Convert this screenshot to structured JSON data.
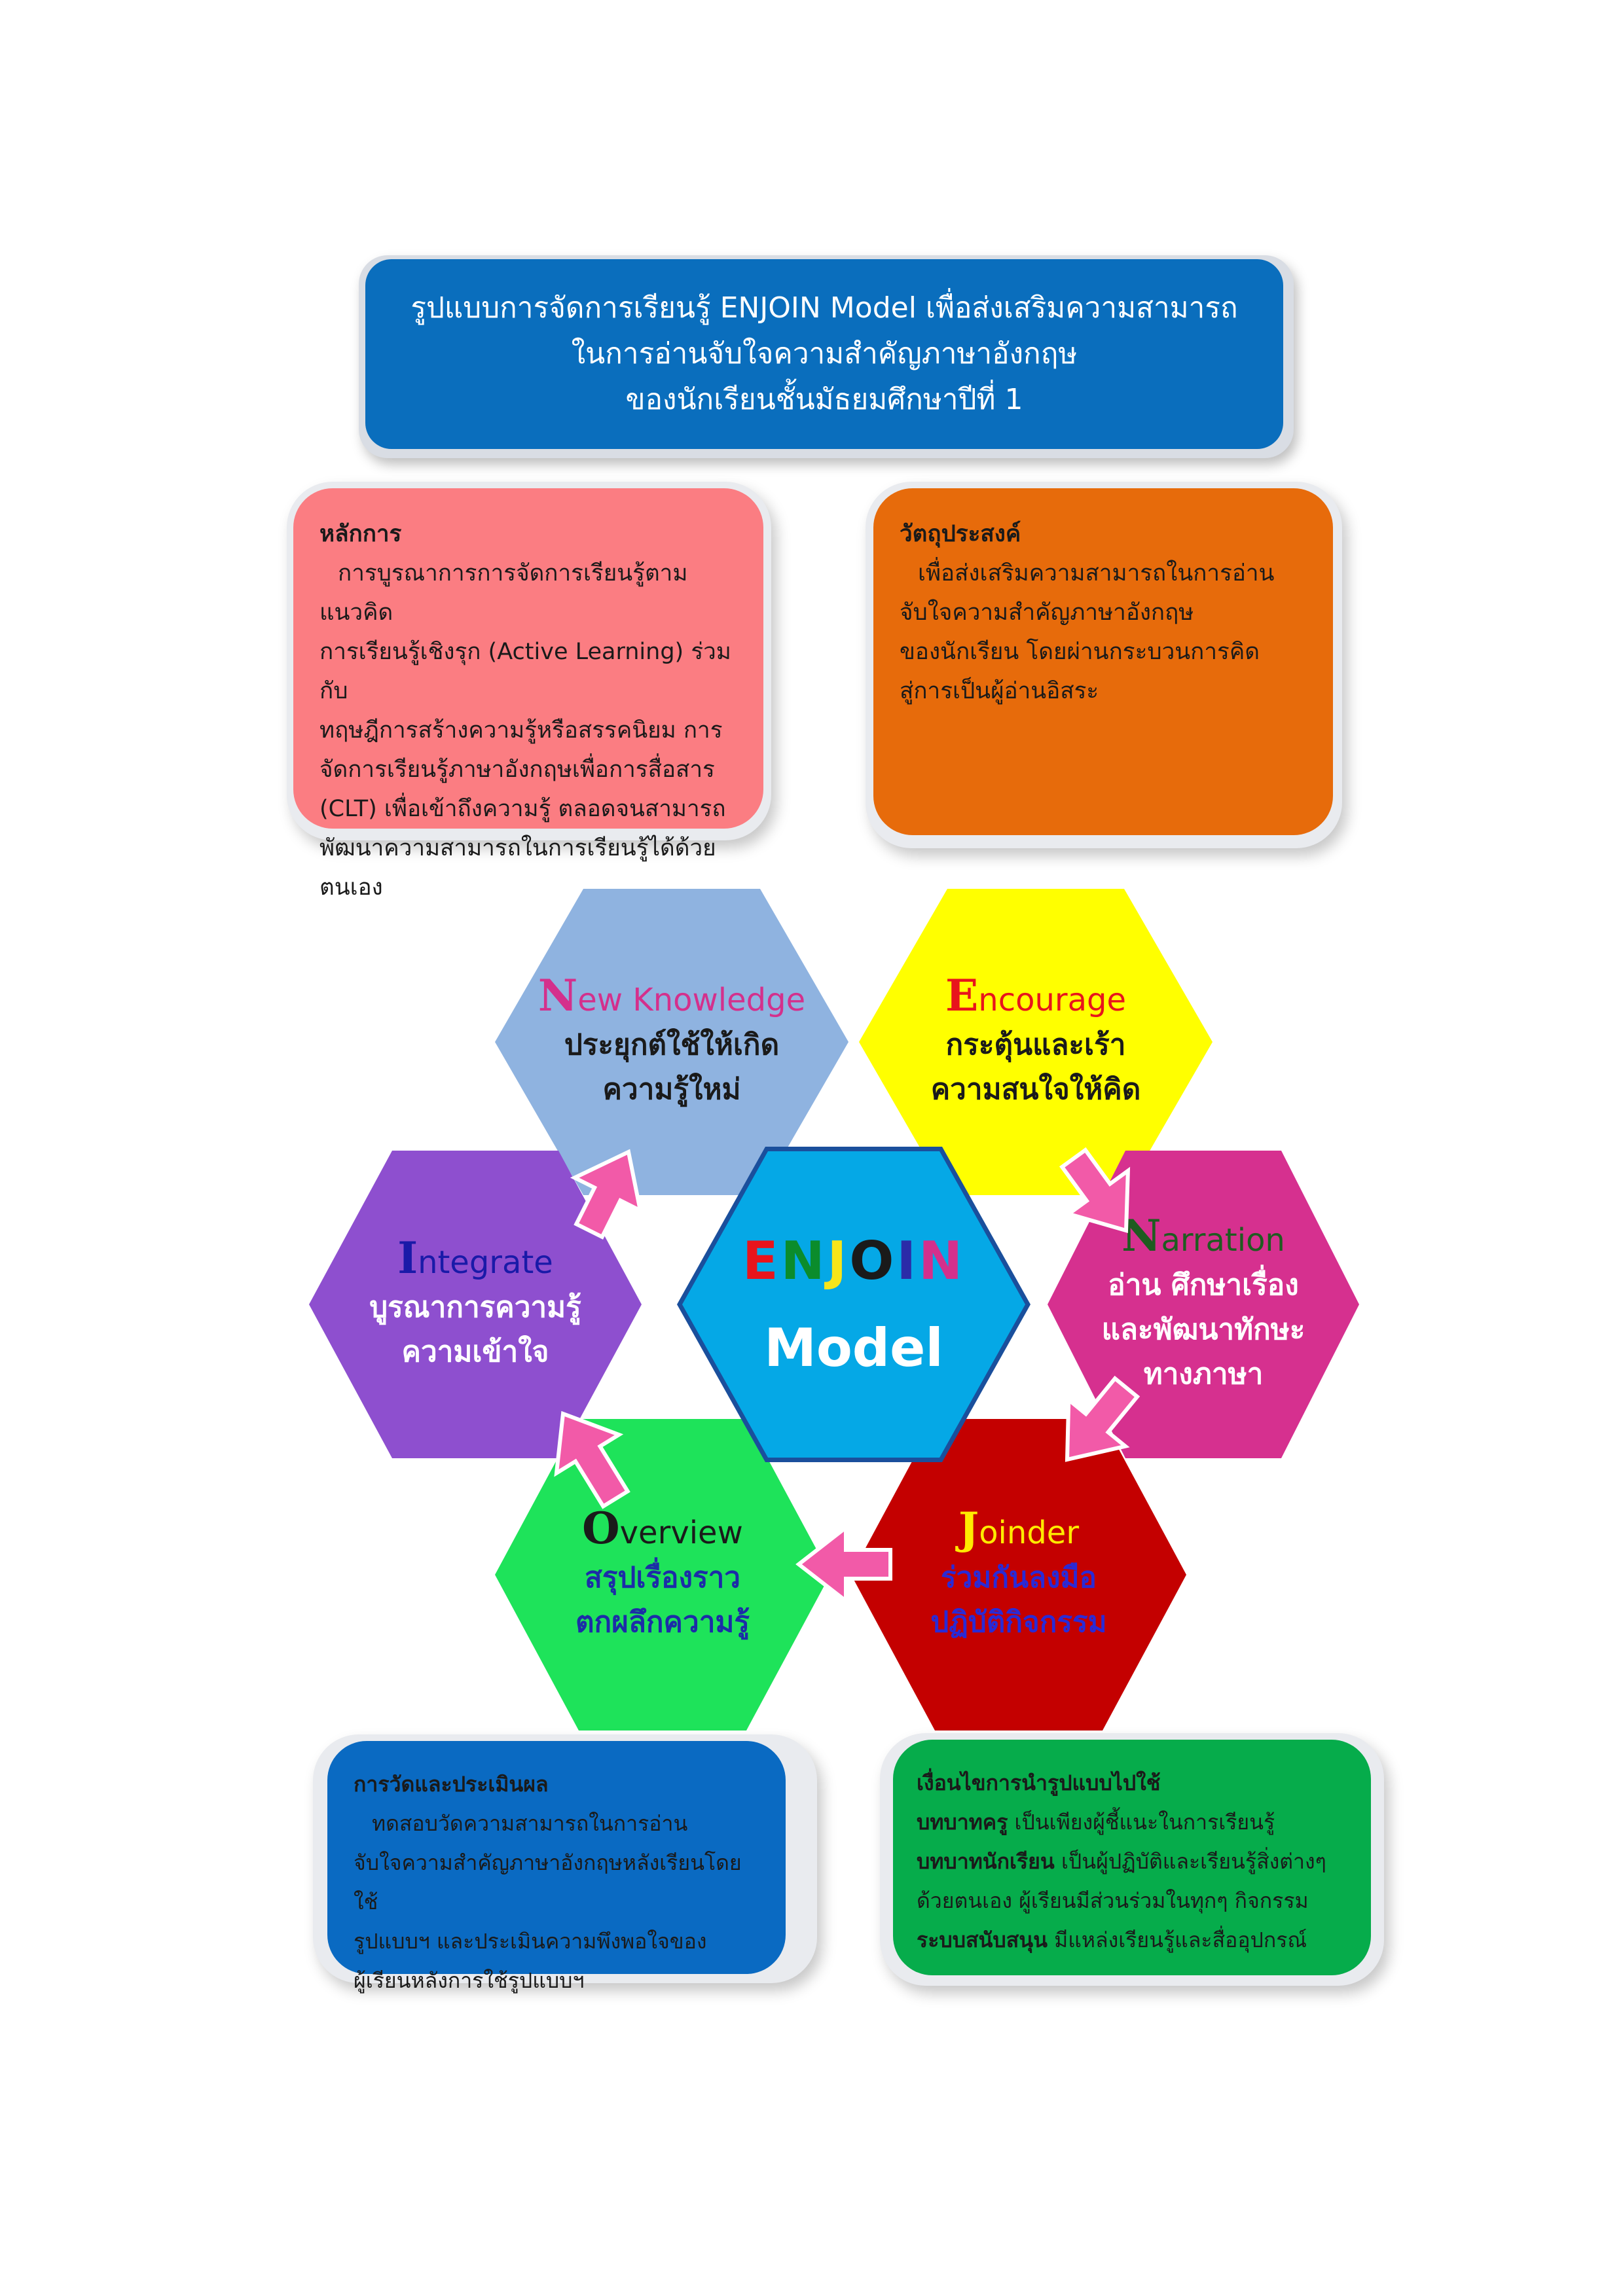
{
  "title": {
    "line1": "รูปแบบการจัดการเรียนรู้ ENJOIN Model เพื่อส่งเสริมความสามารถ",
    "line2": "ในการอ่านจับใจความสำคัญภาษาอังกฤษ",
    "line3": "ของนักเรียนชั้นมัธยมศึกษาปีที่ 1"
  },
  "principle": {
    "heading": "หลักการ",
    "lines": [
      "การบูรณาการการจัดการเรียนรู้ตามแนวคิด",
      "การเรียนรู้เชิงรุก (Active Learning) ร่วมกับ",
      "ทฤษฎีการสร้างความรู้หรือสรรคนิยม  การ",
      "จัดการเรียนรู้ภาษาอังกฤษเพื่อการสื่อสาร",
      "(CLT) เพื่อเข้าถึงความรู้ ตลอดจนสามารถ",
      "พัฒนาความสามารถในการเรียนรู้ได้ด้วยตนเอง"
    ]
  },
  "objective": {
    "heading": "วัตถุประสงค์",
    "lines": [
      "เพื่อส่งเสริมความสามารถในการอ่าน",
      "จับใจความสำคัญภาษาอังกฤษ",
      "ของนักเรียน โดยผ่านกระบวนการคิด",
      "สู่การเป็นผู้อ่านอิสระ"
    ]
  },
  "center": {
    "letters": [
      "E",
      "N",
      "J",
      "O",
      "I",
      "N"
    ],
    "letter_colors": [
      "#e8141c",
      "#0b8c2c",
      "#f7e51a",
      "#1a1a1a",
      "#2b2ba8",
      "#d4308c"
    ],
    "model": "Model"
  },
  "steps": {
    "new_knowledge": {
      "initial": "N",
      "rest": "ew Knowledge",
      "desc1": "ประยุกต์ใช้ให้เกิด",
      "desc2": "ความรู้ใหม่",
      "color": "#8fb3e0",
      "title_color": "#d4308c",
      "desc_color": "#1a1a1a"
    },
    "encourage": {
      "initial": "E",
      "rest": "ncourage",
      "desc1": "กระตุ้นและเร้า",
      "desc2": "ความสนใจให้คิด",
      "color": "#ffff00",
      "title_color": "#e8141c",
      "desc_color": "#1a1a1a"
    },
    "narration": {
      "initial": "N",
      "rest": "arration",
      "desc1": "อ่าน ศึกษาเรื่อง",
      "desc2": "และพัฒนาทักษะ",
      "desc3": "ทางภาษา",
      "color": "#d6308f",
      "title_color": "#1e5c20",
      "desc_color": "#ffffff"
    },
    "joinder": {
      "initial": "J",
      "rest": "oinder",
      "desc1": "ร่วมกันลงมือ",
      "desc2": "ปฏิบัติกิจกรรม",
      "color": "#c40000",
      "title_color": "#ffea00",
      "desc_color": "#2a2ad6"
    },
    "overview": {
      "initial": "O",
      "rest": "verview",
      "desc1": "สรุปเรื่องราว",
      "desc2": "ตกผลึกความรู้",
      "color": "#1ee35a",
      "title_color": "#1a1a1a",
      "desc_color": "#1c2ca8"
    },
    "integrate": {
      "initial": "I",
      "rest": "ntegrate",
      "desc1": "บูรณาการความรู้",
      "desc2": "ความเข้าใจ",
      "color": "#8e4fcf",
      "title_color": "#1a1aa8",
      "desc_color": "#ffffff"
    }
  },
  "evaluation": {
    "heading": "การวัดและประเมินผล",
    "lines": [
      "ทดสอบวัดความสามารถในการอ่าน",
      "จับใจความสำคัญภาษาอังกฤษหลังเรียนโดยใช้",
      "รูปแบบฯ และประเมินความพึงพอใจของ",
      "ผู้เรียนหลังการใช้รูปแบบฯ"
    ]
  },
  "conditions": {
    "heading": "เงื่อนไขการนำรูปแบบไปใช้",
    "teacher_label": "บทบาทครู",
    "teacher_text": " เป็นเพียงผู้ชี้แนะในการเรียนรู้",
    "student_label": "บทบาทนักเรียน",
    "student_text": " เป็นผู้ปฏิบัติและเรียนรู้สิ่งต่างๆ",
    "student_text2": "ด้วยตนเอง ผู้เรียนมีส่วนร่วมในทุกๆ กิจกรรม",
    "support_label": "ระบบสนับสนุน",
    "support_text": " มีแหล่งเรียนรู้และสื่ออุปกรณ์"
  },
  "colors": {
    "arrow": "#f25aa8",
    "arrow_outline": "#ffffff"
  }
}
